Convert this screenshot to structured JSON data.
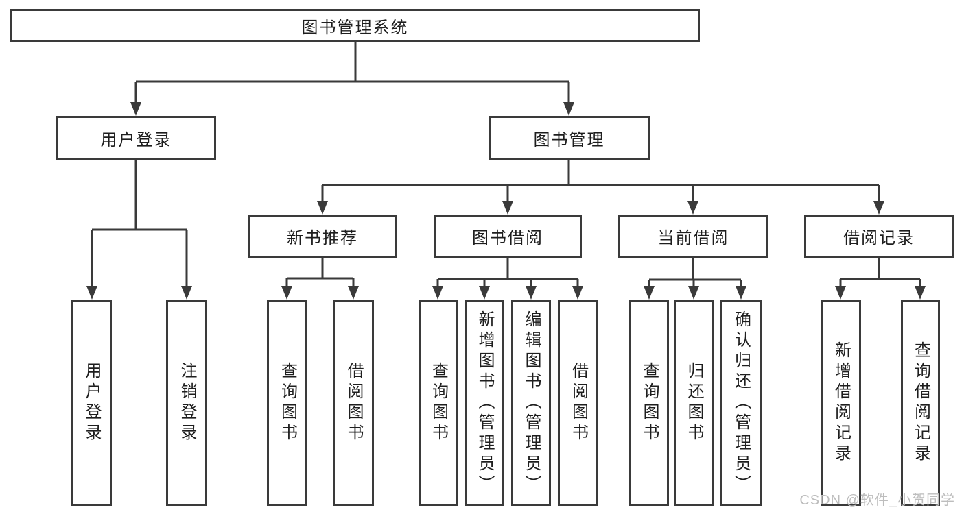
{
  "colors": {
    "background": "#ffffff",
    "line": "#3a3a3a",
    "text": "#1e1e1e",
    "watermark": "#bdbdbd"
  },
  "tree": {
    "root": "图书管理系统",
    "level2": {
      "user_login": "用户登录",
      "book_management": "图书管理"
    },
    "level3": {
      "new_book_recommend": "新书推荐",
      "book_borrowing": "图书借阅",
      "current_borrowing": "当前借阅",
      "borrowing_records": "借阅记录"
    },
    "leaves": {
      "user_login": [
        "用户登录",
        "注销登录"
      ],
      "new_book_recommend": [
        "查询图书",
        "借阅图书"
      ],
      "book_borrowing": [
        "查询图书",
        "新增图书（管理员）",
        "编辑图书（管理员）",
        "借阅图书"
      ],
      "current_borrowing": [
        "查询图书",
        "归还图书",
        "确认归还（管理员）"
      ],
      "borrowing_records": [
        "新增借阅记录",
        "查询借阅记录"
      ]
    }
  },
  "watermark": "CSDN @软件_小贺同学"
}
